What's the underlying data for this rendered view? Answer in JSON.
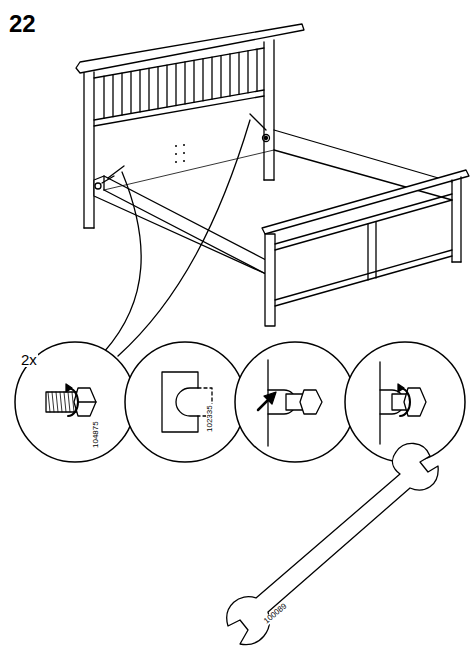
{
  "diagram": {
    "labels": [
      "22",
      "2x",
      "104875",
      "102335",
      "100089"
    ]
  }
}
